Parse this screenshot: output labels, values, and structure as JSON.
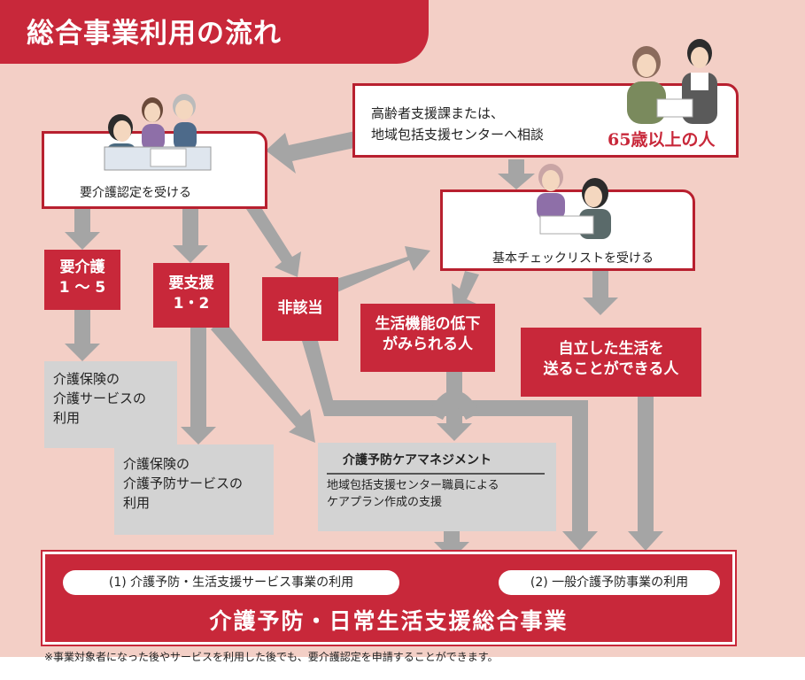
{
  "title": "総合事業利用の流れ",
  "consult": {
    "line1": "高齢者支援課または、",
    "line2": "地域包括支援センターへ相談",
    "highlight": "65歳以上の人"
  },
  "certification_box": "要介護認定を受ける",
  "checklist_box": "基本チェックリストを受ける",
  "kaigo": {
    "line1": "要介護",
    "line2": "1 ～ 5"
  },
  "shien": {
    "line1": "要支援",
    "line2": "1・2"
  },
  "higaitou": "非該当",
  "decline": {
    "line1": "生活機能の低下",
    "line2": "がみられる人"
  },
  "independent": {
    "line1": "自立した生活を",
    "line2": "送ることができる人"
  },
  "kaigo_service": {
    "line1": "介護保険の",
    "line2": "介護サービスの",
    "line3": "利用"
  },
  "yobou_service": {
    "line1": "介護保険の",
    "line2": "介護予防サービスの",
    "line3": "利用"
  },
  "care_management": {
    "heading": "介護予防ケアマネジメント",
    "line1": "地域包括支援センター職員による",
    "line2": "ケアプラン作成の支援"
  },
  "project": {
    "item1": "(1) 介護予防・生活支援サービス事業の利用",
    "item2": "(2) 一般介護予防事業の利用",
    "title": "介護予防・日常生活支援総合事業"
  },
  "footnote": "※事業対象者になった後やサービスを利用した後でも、要介護認定を申請することができます。",
  "colors": {
    "accent": "#c8283a",
    "background": "#f3cfc6",
    "arrow": "#a5a5a5",
    "gray_box": "#d3d3d3"
  }
}
